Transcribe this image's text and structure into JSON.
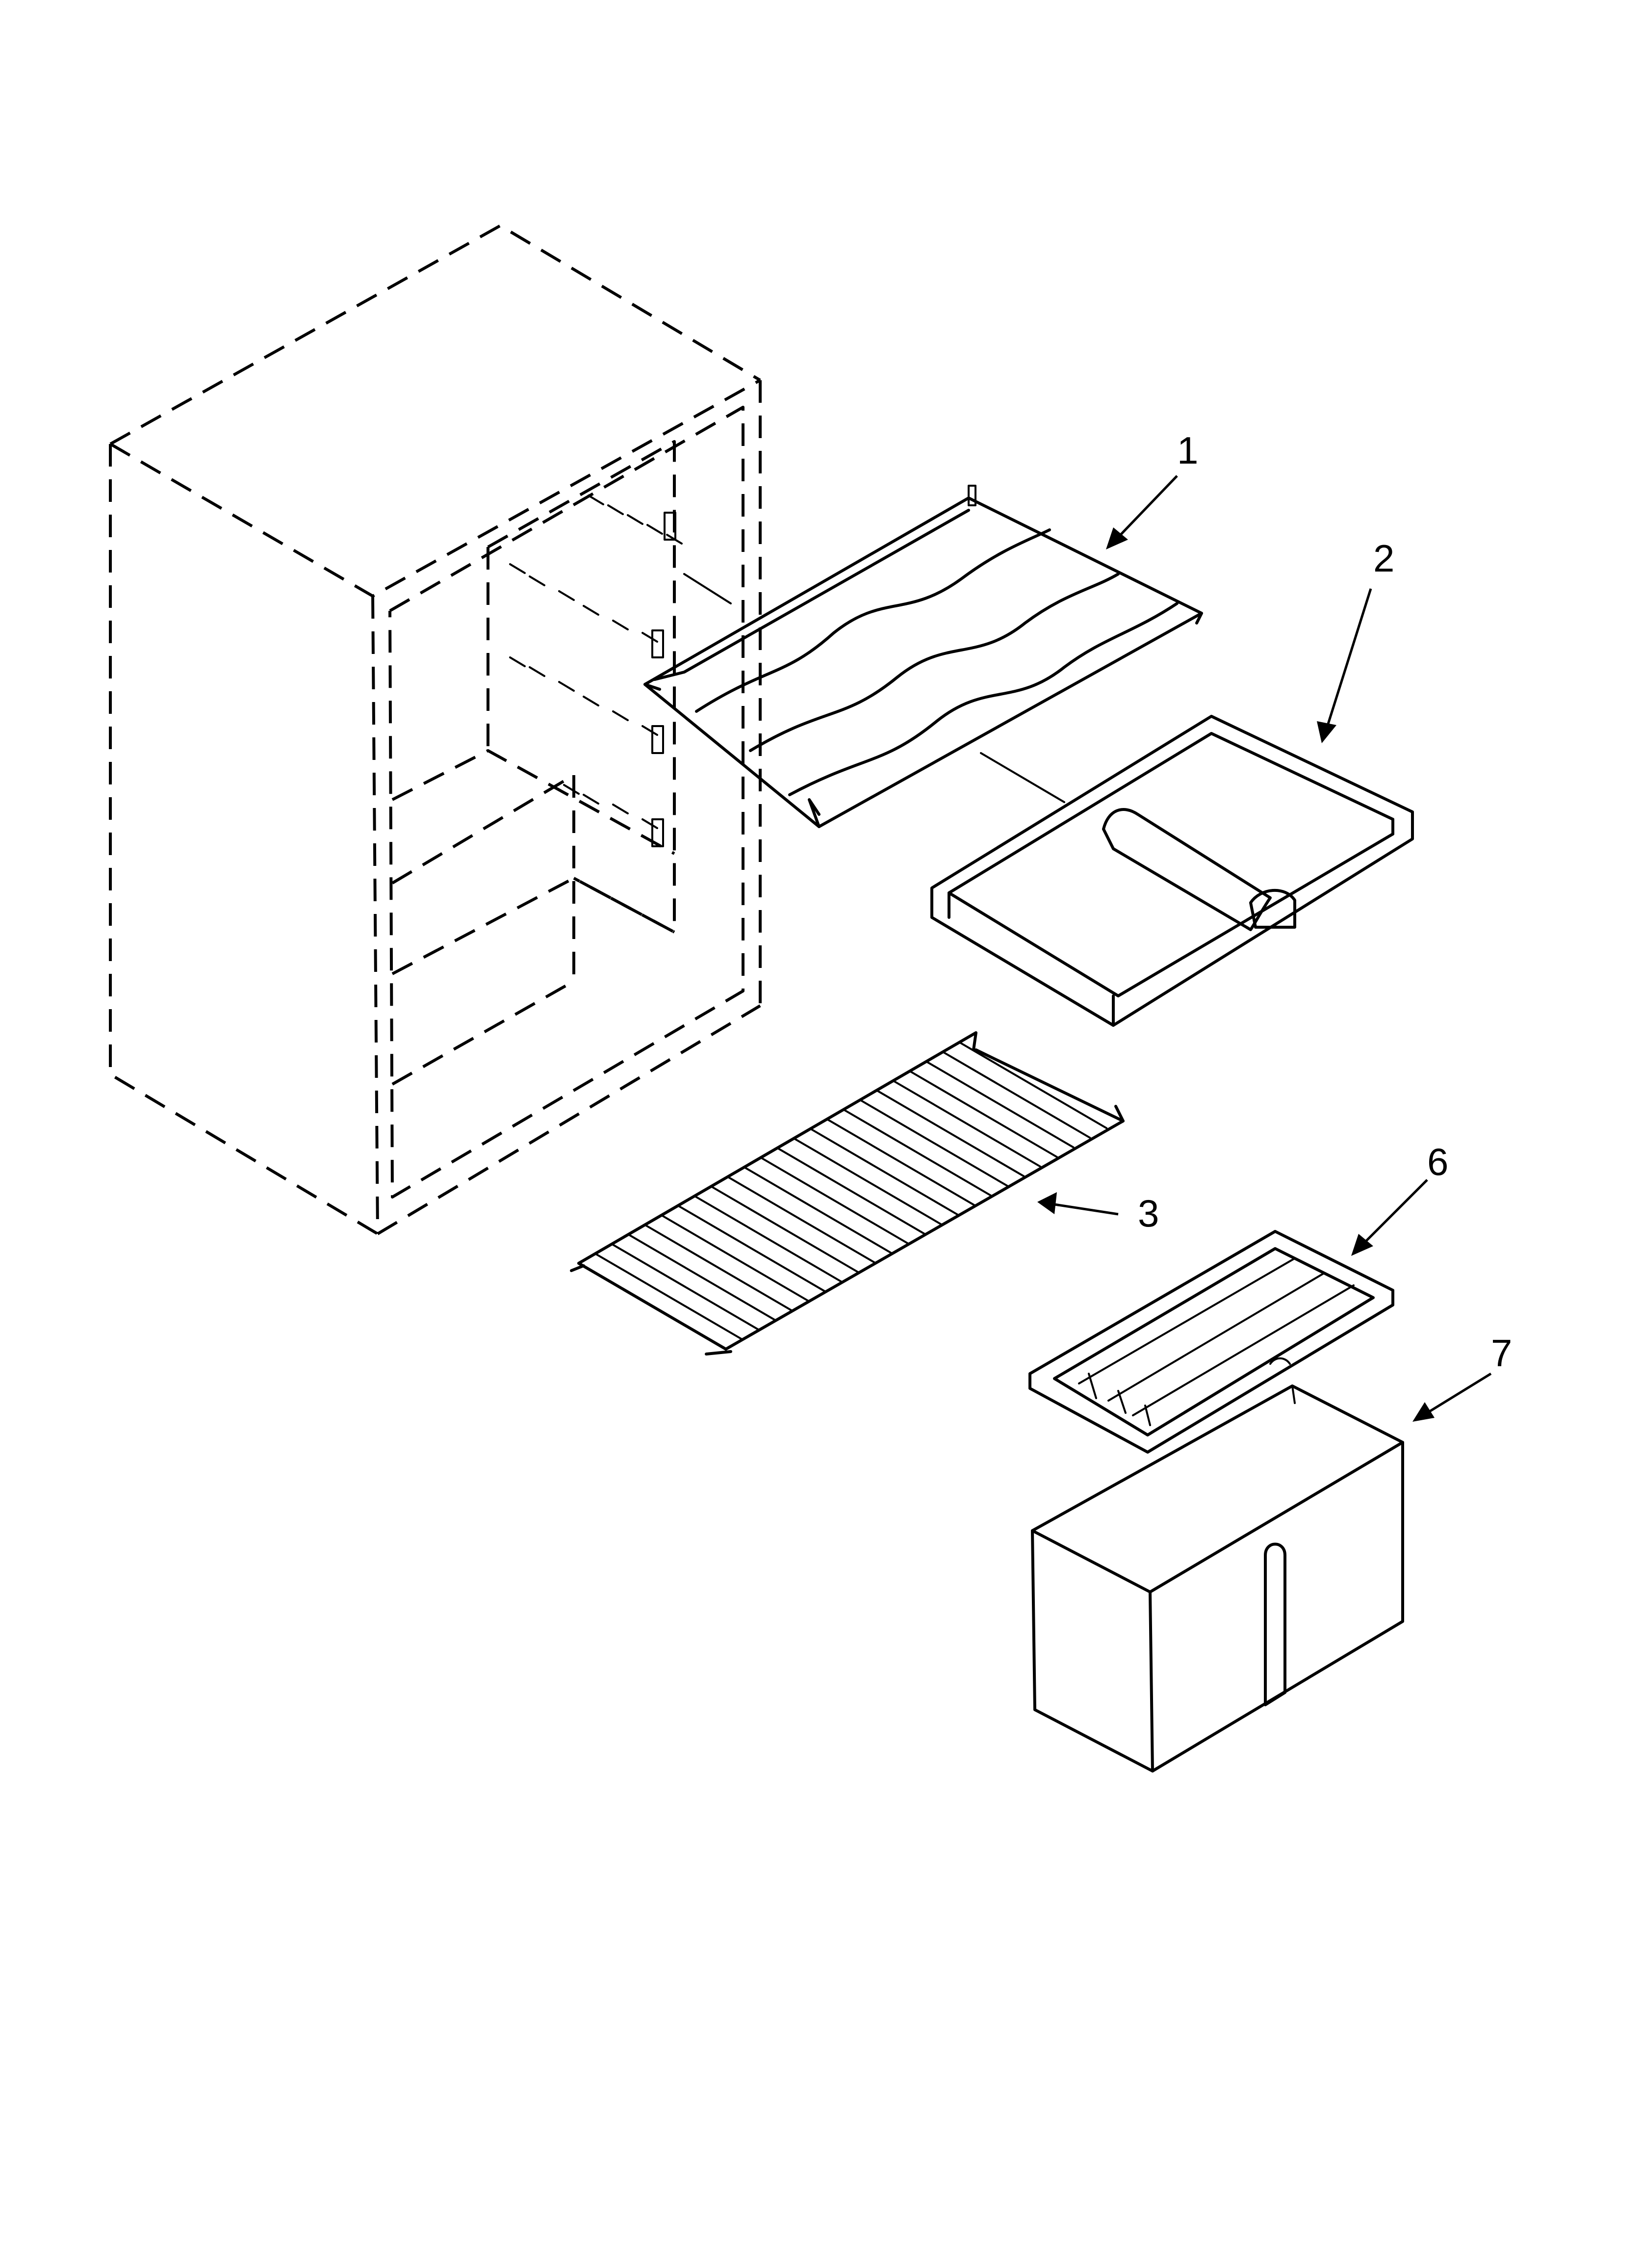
{
  "callouts": [
    {
      "id": "1",
      "label": "1",
      "part": "wine-rack"
    },
    {
      "id": "2",
      "label": "2",
      "part": "tray"
    },
    {
      "id": "3",
      "label": "3",
      "part": "wire-shelf"
    },
    {
      "id": "6",
      "label": "6",
      "part": "bin-cover"
    },
    {
      "id": "7",
      "label": "7",
      "part": "storage-bin"
    }
  ]
}
